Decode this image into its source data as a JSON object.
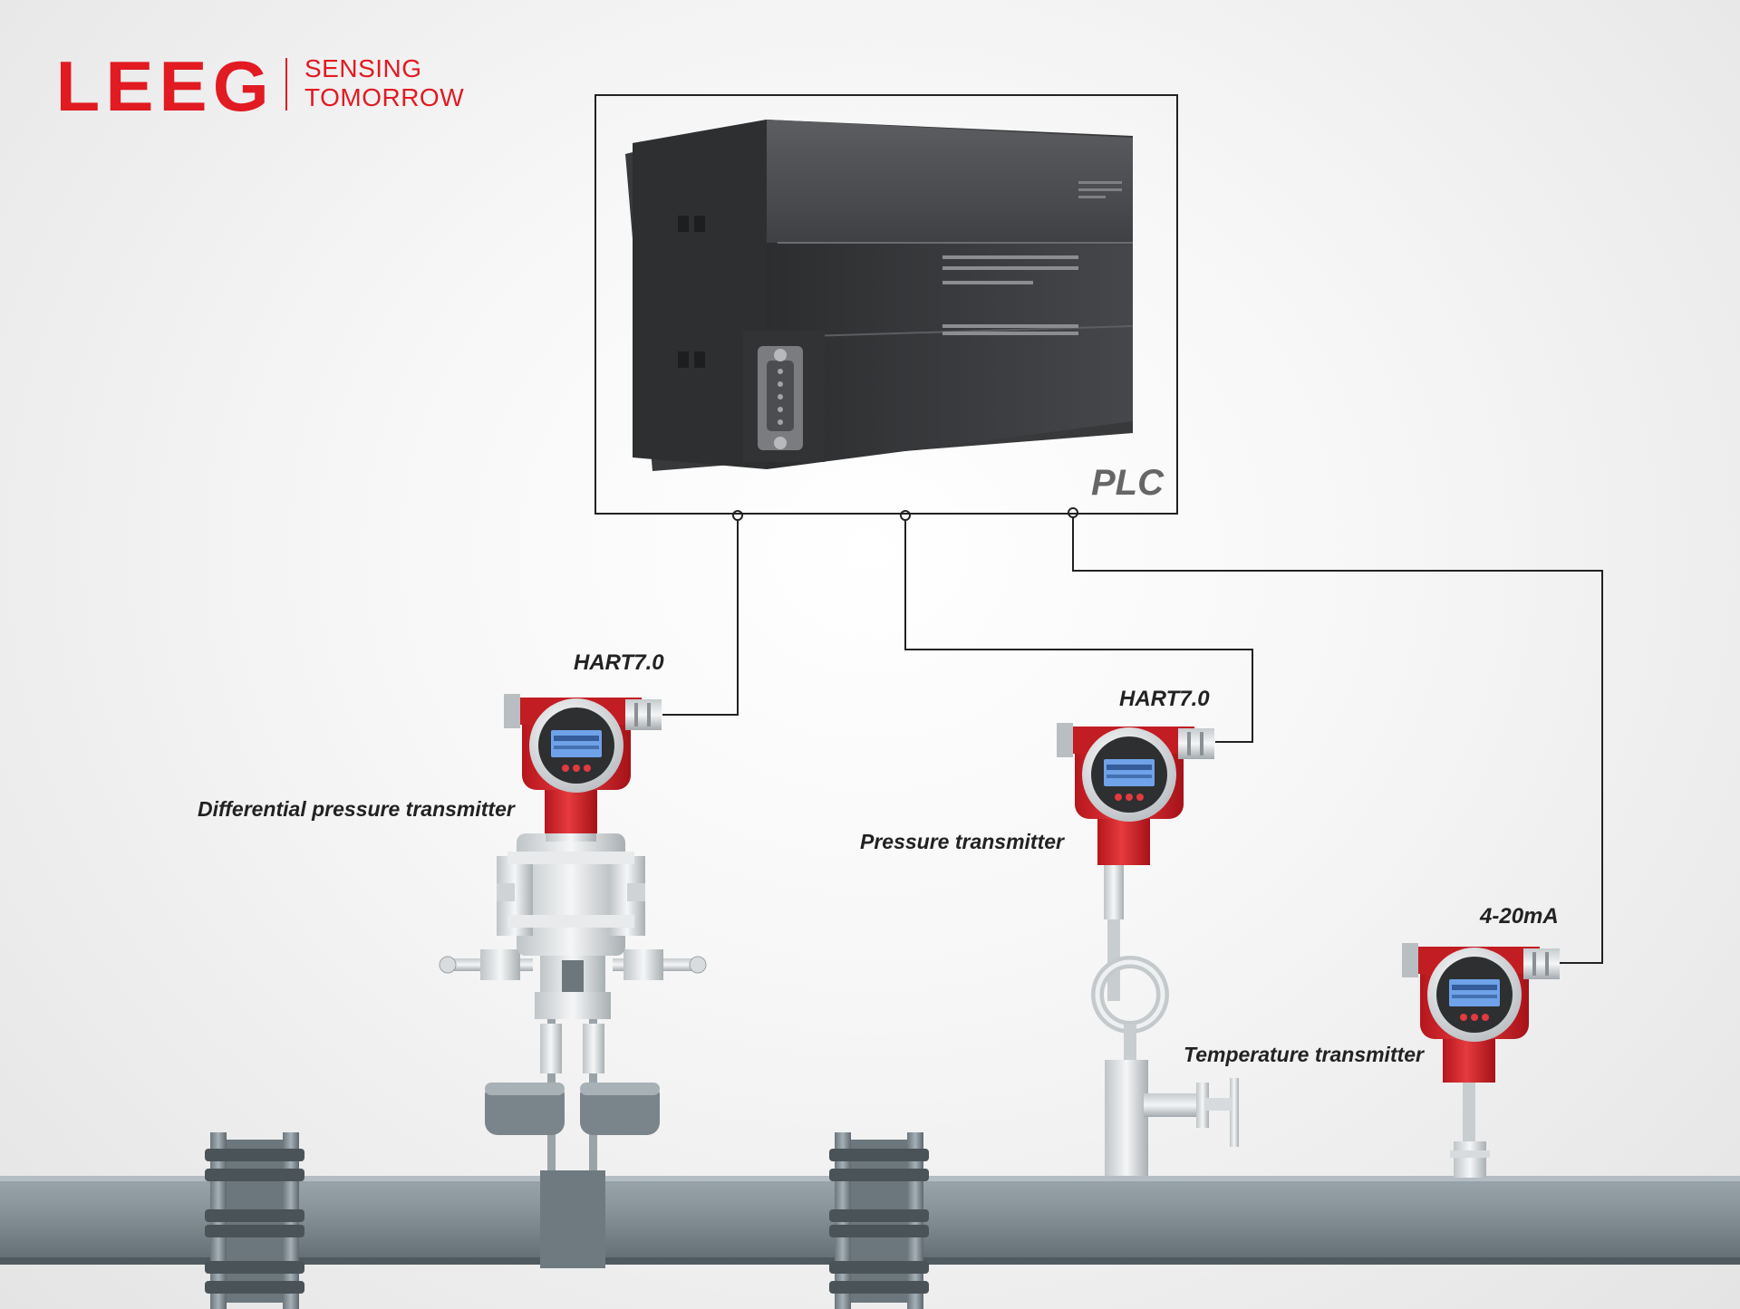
{
  "brand": {
    "logo_text": "LEEG",
    "tagline_line1": "SENSING",
    "tagline_line2": "TOMORROW",
    "color": "#e21a22"
  },
  "plc": {
    "label": "PLC",
    "body_color": "#3a3b3d"
  },
  "devices": [
    {
      "name": "Differential pressure transmitter",
      "protocol": "HART7.0"
    },
    {
      "name": "Pressure transmitter",
      "protocol": "HART7.0"
    },
    {
      "name": "Temperature transmitter",
      "protocol": "4-20mA"
    }
  ],
  "colors": {
    "transmitter_red": "#d8242a",
    "lcd_blue": "#6fa2e8",
    "pipe": "#8b979e",
    "wire": "#222222"
  }
}
